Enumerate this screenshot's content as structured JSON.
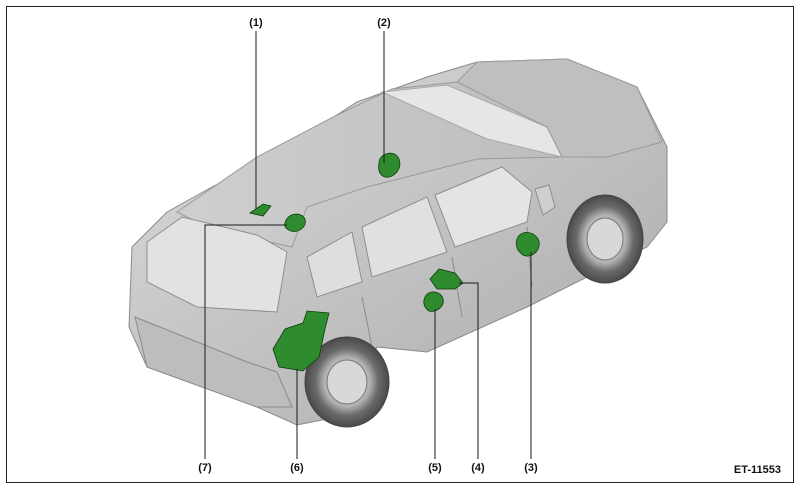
{
  "figure": {
    "reference_code": "ET-11553",
    "callouts": [
      "(1)",
      "(2)",
      "(3)",
      "(4)",
      "(5)",
      "(6)",
      "(7)"
    ]
  },
  "colors": {
    "component_fill": "#2e8b2e",
    "component_stroke": "#0f3d0f",
    "car_body": "#c9c9c9",
    "car_shadow": "#9d9d9d",
    "glass": "#dedede",
    "roof": "#d4d4d4",
    "tire": "#5a5a5a",
    "leader_line": "#1a1a1a"
  }
}
